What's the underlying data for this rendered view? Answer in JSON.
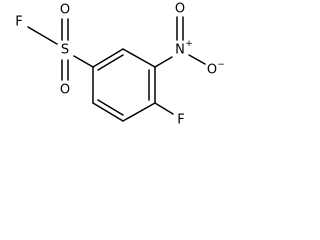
{
  "molecule": {
    "atoms": {
      "sulfonyl_fluorine": "F",
      "sulfur": "S",
      "sulfonyl_oxygen_top": "O",
      "sulfonyl_oxygen_bottom": "O",
      "nitro_nitrogen": "N",
      "nitro_oxygen_top": "O",
      "nitro_oxygen_right": "O",
      "ring_fluorine": "F"
    },
    "charges": {
      "nitro_nitrogen": "+",
      "nitro_oxygen_right": "−"
    }
  }
}
